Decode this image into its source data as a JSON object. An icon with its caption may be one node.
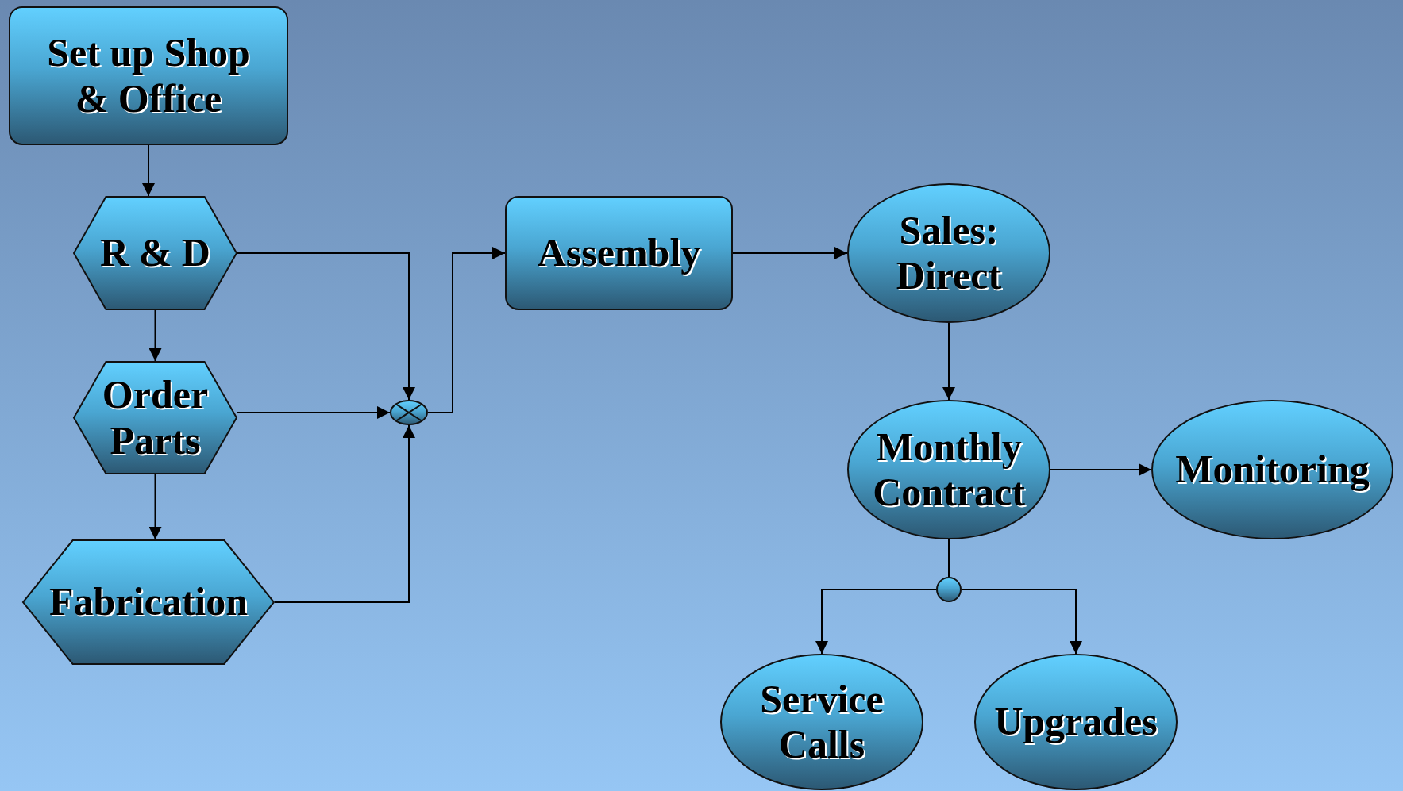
{
  "diagram": {
    "nodes": [
      {
        "text": [
          "Set up Shop & Office"
        ]
      },
      {
        "text": [
          "R & D"
        ]
      },
      {
        "text": [
          "Order Parts"
        ]
      },
      {
        "text": [
          "Fabrication"
        ]
      },
      {
        "text": [],
        "shape": "circle"
      },
      {
        "text": [
          "Assembly"
        ]
      },
      {
        "text": [
          "Sales: Direct"
        ]
      },
      {
        "text": [
          "Monthly Contract"
        ]
      },
      {
        "text": [
          "Monitoring"
        ]
      },
      {
        "text": [],
        "shape": "circle"
      },
      {
        "text": [
          "Service Calls"
        ]
      },
      {
        "text": [
          "Upgrades"
        ]
      }
    ],
    "edges": [
      {
        "from": 0,
        "to": 1,
        "arrow": "to"
      },
      {
        "from": 1,
        "to": 2,
        "arrow": "to"
      },
      {
        "from": 2,
        "to": 3,
        "arrow": "to"
      },
      {
        "from": 1,
        "to": 4,
        "arrow": "to"
      },
      {
        "from": 2,
        "to": 4,
        "arrow": "to"
      },
      {
        "from": 3,
        "to": 4,
        "arrow": "to"
      },
      {
        "from": 4,
        "to": 5,
        "arrow": "to"
      },
      {
        "from": 5,
        "to": 6,
        "arrow": "to"
      },
      {
        "from": 6,
        "to": 7,
        "arrow": "to"
      },
      {
        "from": 7,
        "to": 8,
        "arrow": "to"
      },
      {
        "from": 7,
        "to": 9,
        "arrow": "none"
      },
      {
        "from": 9,
        "to": 10,
        "arrow": "to"
      },
      {
        "from": 9,
        "to": 11,
        "arrow": "to"
      }
    ]
  }
}
